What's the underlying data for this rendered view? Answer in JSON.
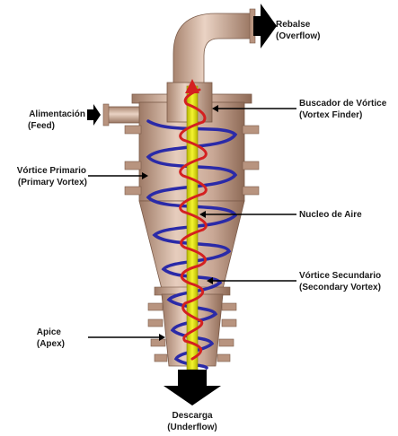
{
  "labels": {
    "overflow": {
      "es": "Rebalse",
      "en": "(Overflow)"
    },
    "vortex_finder": {
      "es": "Buscador de Vórtice",
      "en": "(Vortex Finder)"
    },
    "feed": {
      "es": "Alimentación",
      "en": "(Feed)"
    },
    "primary_vortex": {
      "es": "Vórtice Primario",
      "en": "(Primary Vortex)"
    },
    "air_core": {
      "es": "Nucleo de Aire"
    },
    "secondary_vortex": {
      "es": "Vórtice Secundario",
      "en": "(Secondary Vortex)"
    },
    "apex": {
      "es": "Apice",
      "en": "(Apex)"
    },
    "underflow": {
      "es": "Descarga",
      "en": "(Underflow)"
    }
  },
  "colors": {
    "body": "#c9a896",
    "body_dark": "#9e7a66",
    "body_light": "#e6cdbd",
    "primary_vortex": "#2a2aa8",
    "secondary_vortex": "#d42020",
    "air_core": "#e8e820",
    "arrow": "#000000"
  }
}
